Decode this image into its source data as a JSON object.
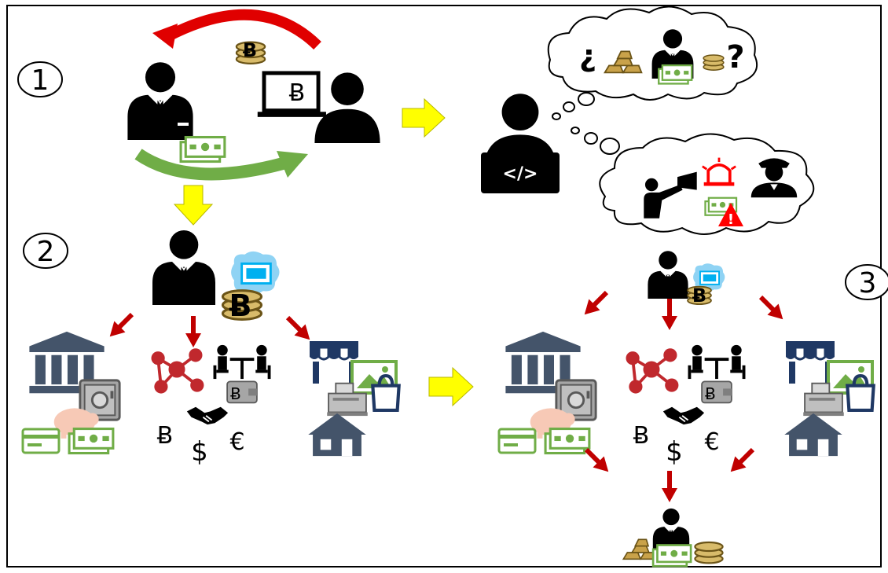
{
  "steps": [
    {
      "id": "step-1",
      "label": "1"
    },
    {
      "id": "step-2",
      "label": "2"
    },
    {
      "id": "step-3",
      "label": "3"
    }
  ],
  "currency_symbols": {
    "bitcoin": "Ƀ",
    "dollar": "$",
    "euro": "€"
  },
  "thought_marks": {
    "open_question": "¿",
    "close_question": "?"
  },
  "laptop_code": "</>",
  "alert_mark": "!",
  "colors": {
    "person": "#000000",
    "arrow_red": "#c00000",
    "arrow_yellow": "#ffff00",
    "arrow_green": "#70ad47",
    "bank": "#44546a",
    "network": "#c0282d",
    "store": "#1f3864",
    "safe": "#808080",
    "cash": "#70ad47",
    "gold": "#a8863a",
    "piggy": "#f7c9b6",
    "wash": "#00b0f0"
  }
}
